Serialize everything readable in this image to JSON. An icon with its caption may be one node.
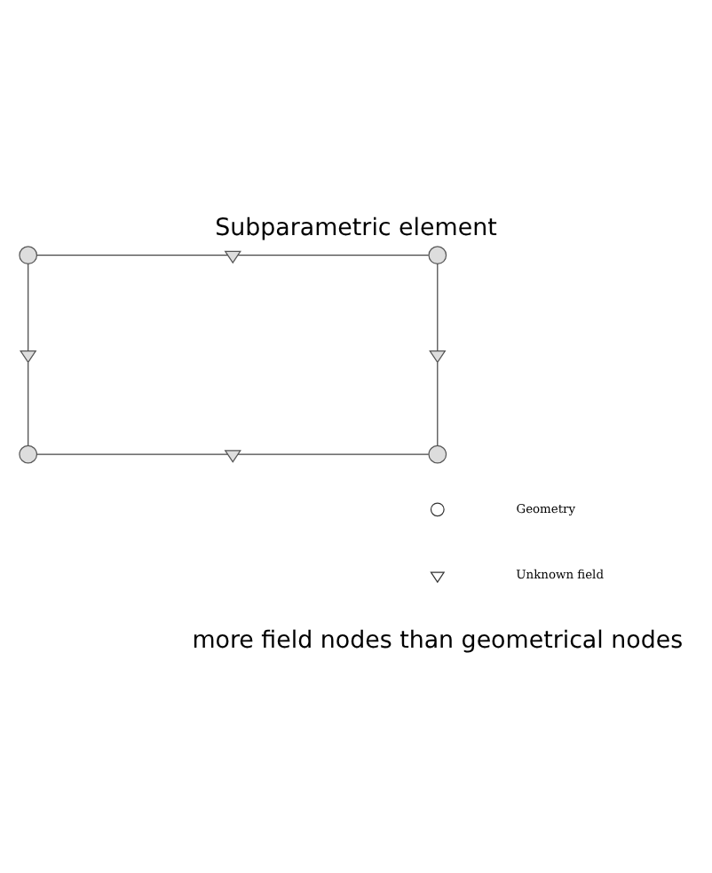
{
  "diagram": {
    "title": "Subparametric element",
    "caption": "more field nodes than geometrical nodes",
    "nodes": [
      {
        "text": [],
        "shape": "circle"
      },
      {
        "text": [],
        "shape": "circle"
      },
      {
        "text": [],
        "shape": "circle"
      },
      {
        "text": [],
        "shape": "circle"
      },
      {
        "text": [],
        "shape": "triangle"
      },
      {
        "text": [],
        "shape": "triangle"
      },
      {
        "text": [],
        "shape": "triangle"
      },
      {
        "text": [],
        "shape": "triangle"
      }
    ],
    "edges": [
      {
        "from": 0,
        "to": 4,
        "arrow": "none"
      },
      {
        "from": 4,
        "to": 1,
        "arrow": "none"
      },
      {
        "from": 1,
        "to": 5,
        "arrow": "none"
      },
      {
        "from": 5,
        "to": 2,
        "arrow": "none"
      },
      {
        "from": 0,
        "to": 6,
        "arrow": "none"
      },
      {
        "from": 6,
        "to": 3,
        "arrow": "none"
      },
      {
        "from": 3,
        "to": 7,
        "arrow": "none"
      },
      {
        "from": 7,
        "to": 2,
        "arrow": "none"
      }
    ],
    "legend": [
      {
        "text": "Geometry"
      },
      {
        "text": "Unknown field"
      }
    ]
  }
}
